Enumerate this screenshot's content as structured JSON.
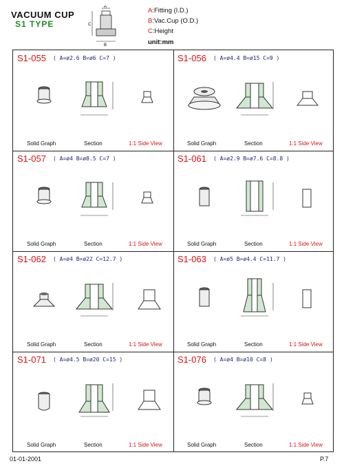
{
  "header": {
    "title": "VACUUM CUP",
    "type": "S1  TYPE",
    "legend": [
      {
        "key": "A",
        "text": ":Fitting (I.D.)"
      },
      {
        "key": "B",
        "text": ":Vac.Cup (O.D.)"
      },
      {
        "key": "C",
        "text": ":Height"
      }
    ],
    "unit": "unit:mm"
  },
  "diagram_labels": {
    "a": "A",
    "b": "B",
    "c": "C"
  },
  "captions": {
    "solid": "Solid Graph",
    "section": "Section",
    "side": "1:1 Side View"
  },
  "cells": [
    {
      "code": "S1-055",
      "spec": "( A=ø2.6  B=ø6  C=7 )"
    },
    {
      "code": "S1-056",
      "spec": "( A=ø4.4  B=ø15  C=9 )"
    },
    {
      "code": "S1-057",
      "spec": "( A=ø4  B=ø8.5  C=7 )"
    },
    {
      "code": "S1-061",
      "spec": "( A=ø2.9  B=ø7.6  C=8.8 )"
    },
    {
      "code": "S1-062",
      "spec": "( A=ø4  B=ø22  C=12.7 )"
    },
    {
      "code": "S1-063",
      "spec": "( A=ø5  B=ø4.4  C=11.7 )"
    },
    {
      "code": "S1-071",
      "spec": "( A=ø4.5  B=ø20  C=15 )"
    },
    {
      "code": "S1-076",
      "spec": "( A=ø4  B=ø10  C=8 )"
    }
  ],
  "footer": {
    "date": "01-01-2001",
    "page": "P.7"
  }
}
